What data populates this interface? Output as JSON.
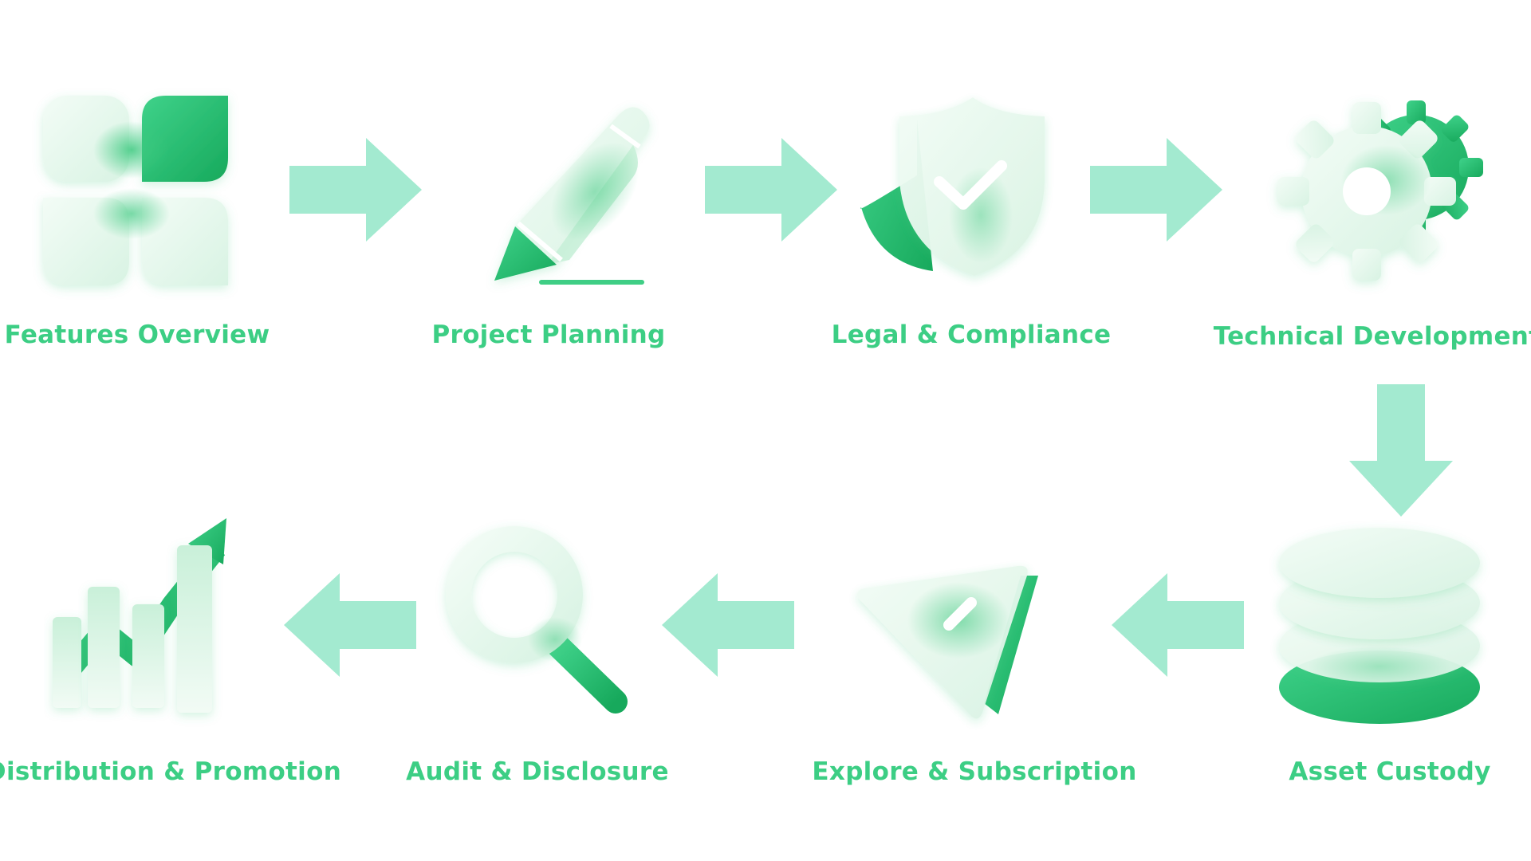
{
  "colors": {
    "brand": "#3cce84",
    "arrow": "#a3ead0",
    "deep": "#22b667",
    "pale": "#e6f8ee"
  },
  "steps": [
    {
      "label": "Features Overview",
      "icon": "grid-icon"
    },
    {
      "label": "Project Planning",
      "icon": "pencil-icon"
    },
    {
      "label": "Legal & Compliance",
      "icon": "shield-check-icon"
    },
    {
      "label": "Technical Development",
      "icon": "gear-icon"
    },
    {
      "label": "Asset Custody",
      "icon": "database-stack-icon"
    },
    {
      "label": "Explore & Subscription",
      "icon": "send-icon"
    },
    {
      "label": "Audit & Disclosure",
      "icon": "magnifier-icon"
    },
    {
      "label": "Distribution & Promotion",
      "icon": "bar-chart-growth-icon"
    }
  ]
}
